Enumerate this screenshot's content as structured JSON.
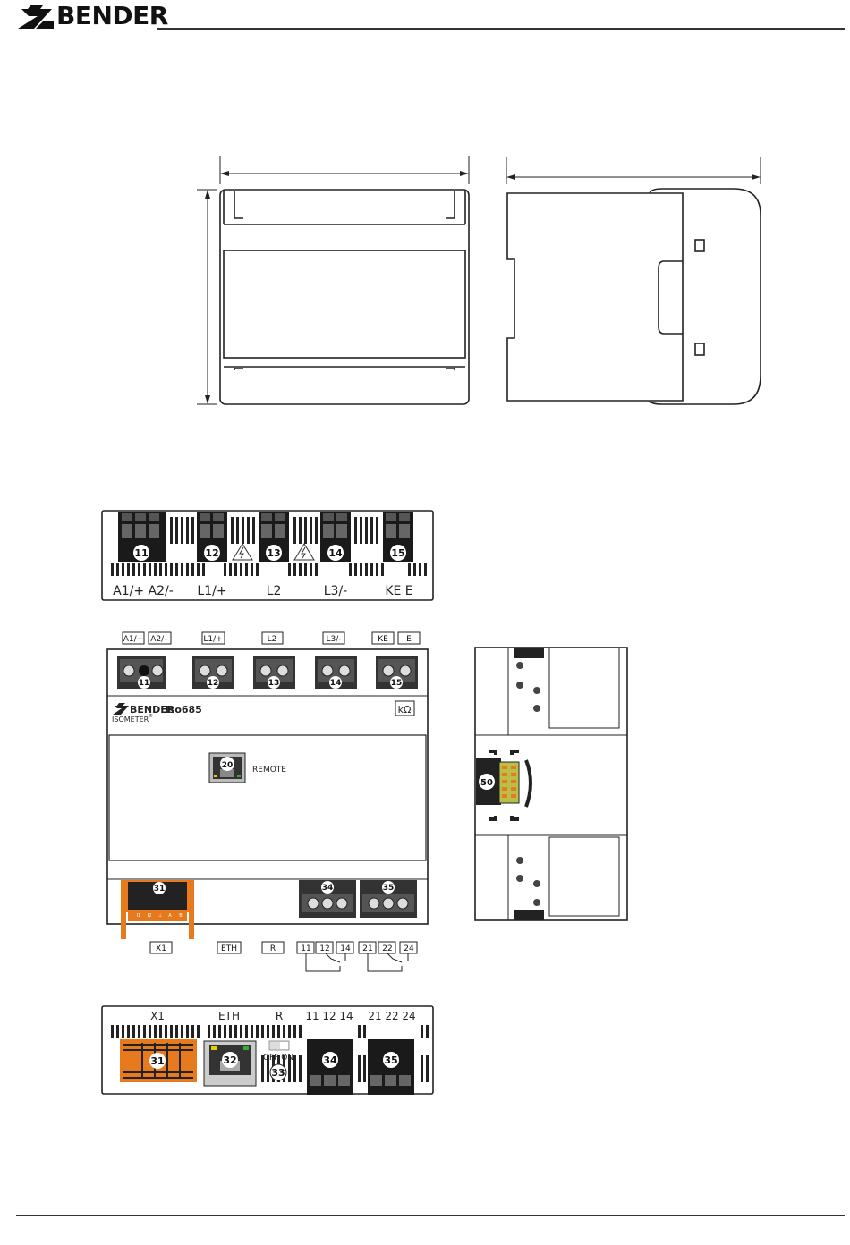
{
  "header": {
    "brand": "BENDER"
  },
  "bottom_view": {
    "terminal_numbers": [
      "11",
      "12",
      "13",
      "14",
      "15"
    ],
    "labels": [
      "A1/+ A2/-",
      "L1/+",
      "L2",
      "L3/-",
      "KE  E"
    ]
  },
  "front_view": {
    "top_labels": [
      "A1/+",
      "A2/–",
      "L1/+",
      "L2",
      "L3/-",
      "KE",
      "E"
    ],
    "terminal_numbers": [
      "11",
      "12",
      "13",
      "14",
      "15"
    ],
    "brand": "BENDER",
    "model": "iso685",
    "product": "ISOMETER",
    "trademark": "®",
    "unit": "kΩ",
    "remote_number": "20",
    "remote_label": "REMOTE",
    "x1_number": "31",
    "x1_pins": [
      "I1",
      "I2",
      "⊥",
      "A",
      "B"
    ],
    "relay_numbers": [
      "34",
      "35"
    ],
    "bottom_labels": [
      "X1",
      "ETH",
      "R",
      "11",
      "12",
      "14",
      "21",
      "22",
      "24"
    ]
  },
  "side_view": {
    "connector_number": "50"
  },
  "top_view": {
    "labels": [
      "X1",
      "ETH",
      "R",
      "11",
      "12",
      "14",
      "21",
      "22",
      "24"
    ],
    "numbers": [
      "31",
      "32",
      "33",
      "34",
      "35"
    ],
    "switch_label": "OFF ON"
  }
}
